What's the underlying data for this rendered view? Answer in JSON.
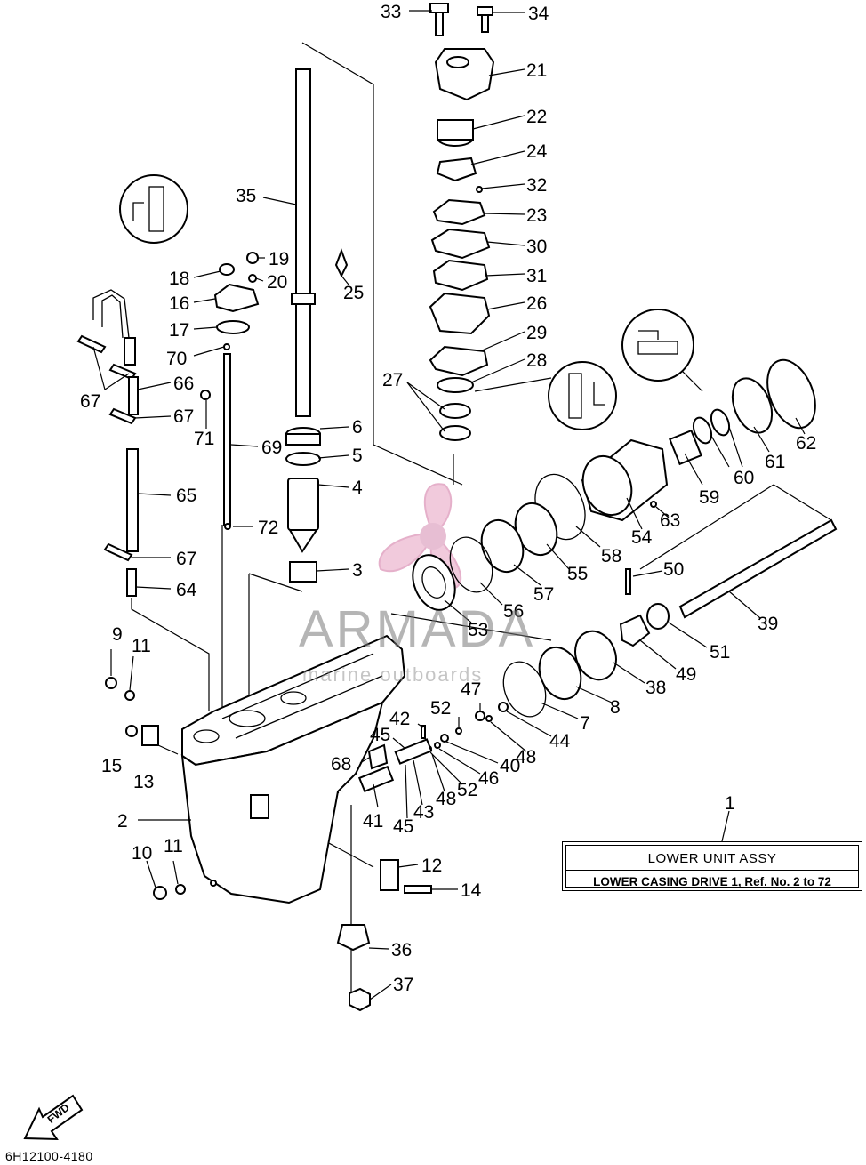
{
  "diagram": {
    "assembly": {
      "ref_number": "1",
      "title": "LOWER UNIT ASSY",
      "subtitle": "LOWER CASING DRIVE 1,  Ref. No. 2 to 72"
    },
    "document_code": "6H12100-4180",
    "direction_label": "FWD",
    "watermark": {
      "brand": "ARMADA",
      "tagline": "marine outboards"
    },
    "callouts": [
      {
        "id": "33",
        "label": "33"
      },
      {
        "id": "34",
        "label": "34"
      },
      {
        "id": "21",
        "label": "21"
      },
      {
        "id": "22",
        "label": "22"
      },
      {
        "id": "24",
        "label": "24"
      },
      {
        "id": "32",
        "label": "32"
      },
      {
        "id": "23",
        "label": "23"
      },
      {
        "id": "30",
        "label": "30"
      },
      {
        "id": "31",
        "label": "31"
      },
      {
        "id": "26",
        "label": "26"
      },
      {
        "id": "29",
        "label": "29"
      },
      {
        "id": "28",
        "label": "28"
      },
      {
        "id": "27",
        "label": "27"
      },
      {
        "id": "35",
        "label": "35"
      },
      {
        "id": "25",
        "label": "25"
      },
      {
        "id": "19",
        "label": "19"
      },
      {
        "id": "20",
        "label": "20"
      },
      {
        "id": "18",
        "label": "18"
      },
      {
        "id": "16",
        "label": "16"
      },
      {
        "id": "17",
        "label": "17"
      },
      {
        "id": "70",
        "label": "70"
      },
      {
        "id": "66",
        "label": "66"
      },
      {
        "id": "67a",
        "label": "67"
      },
      {
        "id": "67b",
        "label": "67"
      },
      {
        "id": "71",
        "label": "71"
      },
      {
        "id": "69",
        "label": "69"
      },
      {
        "id": "6",
        "label": "6"
      },
      {
        "id": "5",
        "label": "5"
      },
      {
        "id": "4",
        "label": "4"
      },
      {
        "id": "65",
        "label": "65"
      },
      {
        "id": "72",
        "label": "72"
      },
      {
        "id": "67c",
        "label": "67"
      },
      {
        "id": "3",
        "label": "3"
      },
      {
        "id": "64",
        "label": "64"
      },
      {
        "id": "62",
        "label": "62"
      },
      {
        "id": "60",
        "label": "60"
      },
      {
        "id": "61",
        "label": "61"
      },
      {
        "id": "59",
        "label": "59"
      },
      {
        "id": "63",
        "label": "63"
      },
      {
        "id": "54",
        "label": "54"
      },
      {
        "id": "58",
        "label": "58"
      },
      {
        "id": "55",
        "label": "55"
      },
      {
        "id": "57",
        "label": "57"
      },
      {
        "id": "56",
        "label": "56"
      },
      {
        "id": "53",
        "label": "53"
      },
      {
        "id": "50",
        "label": "50"
      },
      {
        "id": "39",
        "label": "39"
      },
      {
        "id": "51",
        "label": "51"
      },
      {
        "id": "49",
        "label": "49"
      },
      {
        "id": "38",
        "label": "38"
      },
      {
        "id": "8",
        "label": "8"
      },
      {
        "id": "7",
        "label": "7"
      },
      {
        "id": "44",
        "label": "44"
      },
      {
        "id": "47",
        "label": "47"
      },
      {
        "id": "48a",
        "label": "48"
      },
      {
        "id": "40",
        "label": "40"
      },
      {
        "id": "46",
        "label": "46"
      },
      {
        "id": "52a",
        "label": "52"
      },
      {
        "id": "42",
        "label": "42"
      },
      {
        "id": "45a",
        "label": "45"
      },
      {
        "id": "52b",
        "label": "52"
      },
      {
        "id": "48b",
        "label": "48"
      },
      {
        "id": "68",
        "label": "68"
      },
      {
        "id": "43",
        "label": "43"
      },
      {
        "id": "41",
        "label": "41"
      },
      {
        "id": "45b",
        "label": "45"
      },
      {
        "id": "9",
        "label": "9"
      },
      {
        "id": "11a",
        "label": "11"
      },
      {
        "id": "15",
        "label": "15"
      },
      {
        "id": "13",
        "label": "13"
      },
      {
        "id": "2",
        "label": "2"
      },
      {
        "id": "10",
        "label": "10"
      },
      {
        "id": "11b",
        "label": "11"
      },
      {
        "id": "12",
        "label": "12"
      },
      {
        "id": "14",
        "label": "14"
      },
      {
        "id": "36",
        "label": "36"
      },
      {
        "id": "37",
        "label": "37"
      }
    ]
  }
}
